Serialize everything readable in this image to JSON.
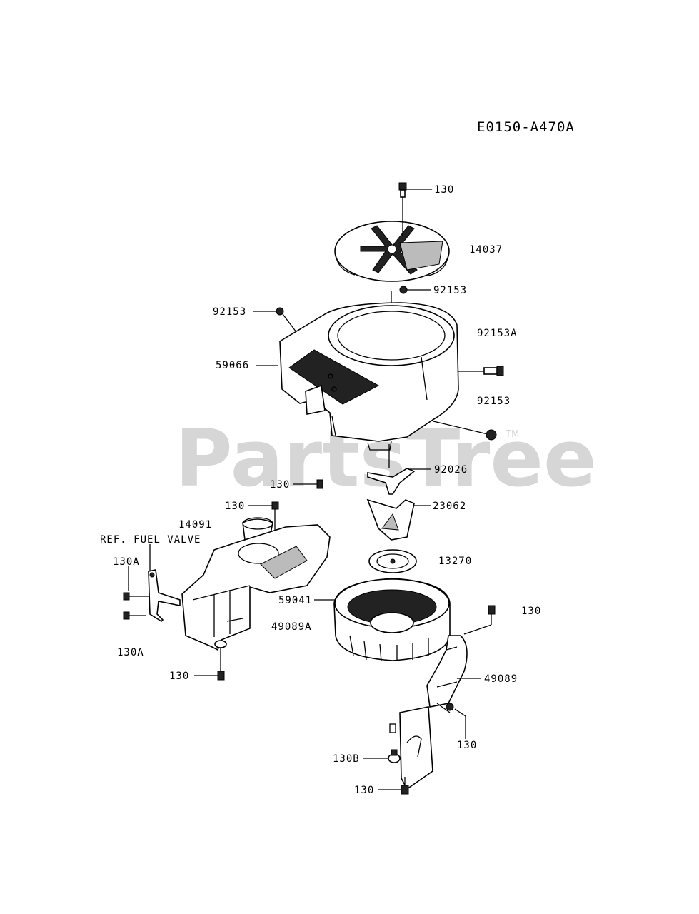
{
  "diagram_code": "E0150-A470A",
  "watermark": {
    "text": "PartsTree",
    "trademark": "TM"
  },
  "callouts": [
    {
      "id": "c01",
      "text": "130"
    },
    {
      "id": "c02",
      "text": "14037"
    },
    {
      "id": "c03",
      "text": "92153"
    },
    {
      "id": "c04",
      "text": "92153"
    },
    {
      "id": "c05",
      "text": "92153A"
    },
    {
      "id": "c06",
      "text": "59066"
    },
    {
      "id": "c07",
      "text": "92153"
    },
    {
      "id": "c08",
      "text": "92026"
    },
    {
      "id": "c09",
      "text": "130"
    },
    {
      "id": "c10",
      "text": "23062"
    },
    {
      "id": "c11",
      "text": "130"
    },
    {
      "id": "c12",
      "text": "14091"
    },
    {
      "id": "c13",
      "text": "REF. FUEL VALVE"
    },
    {
      "id": "c14",
      "text": "130A"
    },
    {
      "id": "c15",
      "text": "13270"
    },
    {
      "id": "c16",
      "text": "59041"
    },
    {
      "id": "c17",
      "text": "130"
    },
    {
      "id": "c18",
      "text": "49089A"
    },
    {
      "id": "c19",
      "text": "130A"
    },
    {
      "id": "c20",
      "text": "130"
    },
    {
      "id": "c21",
      "text": "49089"
    },
    {
      "id": "c22",
      "text": "130"
    },
    {
      "id": "c23",
      "text": "130B"
    },
    {
      "id": "c24",
      "text": "130"
    }
  ]
}
